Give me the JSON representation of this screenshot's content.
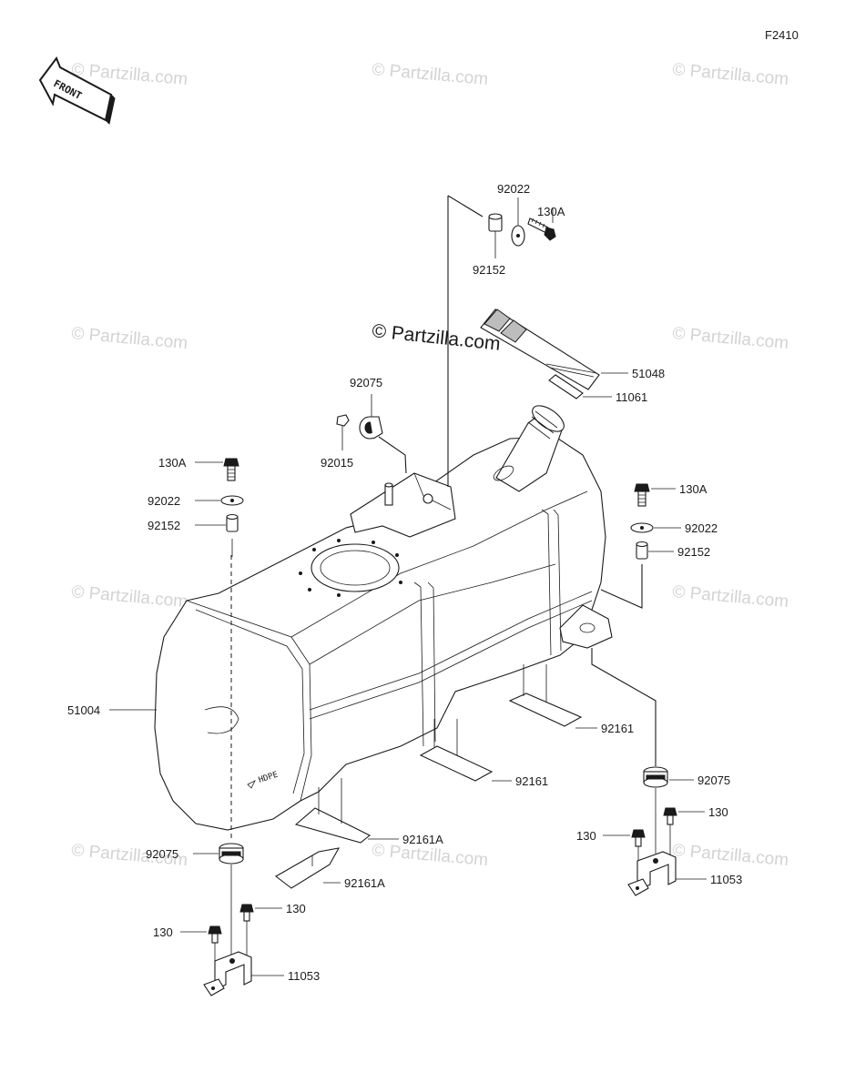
{
  "diagram": {
    "code": "F2410",
    "front_label": "FRONT",
    "watermark_text": "© Partzilla.com",
    "center_watermark": "© Partzilla.com",
    "parts": {
      "p92022_top": "92022",
      "p130A_top": "130A",
      "p92152_top": "92152",
      "p51048": "51048",
      "p11061": "11061",
      "p92075_top": "92075",
      "p92015": "92015",
      "p130A_left": "130A",
      "p92022_left": "92022",
      "p92152_left": "92152",
      "p130A_right": "130A",
      "p92022_right": "92022",
      "p92152_right": "92152",
      "p51004": "51004",
      "p92161_right": "92161",
      "p92161_mid": "92161",
      "p92075_right": "92075",
      "p130_right_upper": "130",
      "p130_right_lower": "130",
      "p11053_right": "11053",
      "p92161A_upper": "92161A",
      "p92161A_lower": "92161A",
      "p92075_left": "92075",
      "p130_left_upper": "130",
      "p130_left_lower": "130",
      "p11053_left": "11053"
    },
    "tank_marking": "HDPE"
  }
}
